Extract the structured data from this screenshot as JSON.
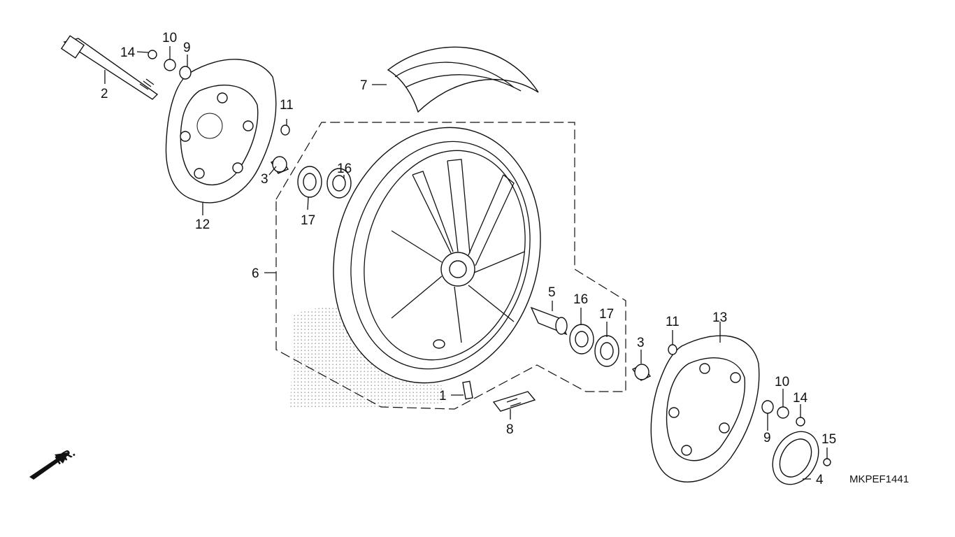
{
  "diagram": {
    "code": "MKPEF1441",
    "front_label": "FR.",
    "callouts": {
      "c1": "1",
      "c2": "2",
      "c3a": "3",
      "c3b": "3",
      "c4": "4",
      "c5": "5",
      "c6": "6",
      "c7": "7",
      "c8": "8",
      "c9a": "9",
      "c9b": "9",
      "c10a": "10",
      "c10b": "10",
      "c11a": "11",
      "c11b": "11",
      "c12": "12",
      "c13": "13",
      "c14a": "14",
      "c14b": "14",
      "c15": "15",
      "c16a": "16",
      "c16b": "16",
      "c17a": "17",
      "c17b": "17"
    }
  }
}
